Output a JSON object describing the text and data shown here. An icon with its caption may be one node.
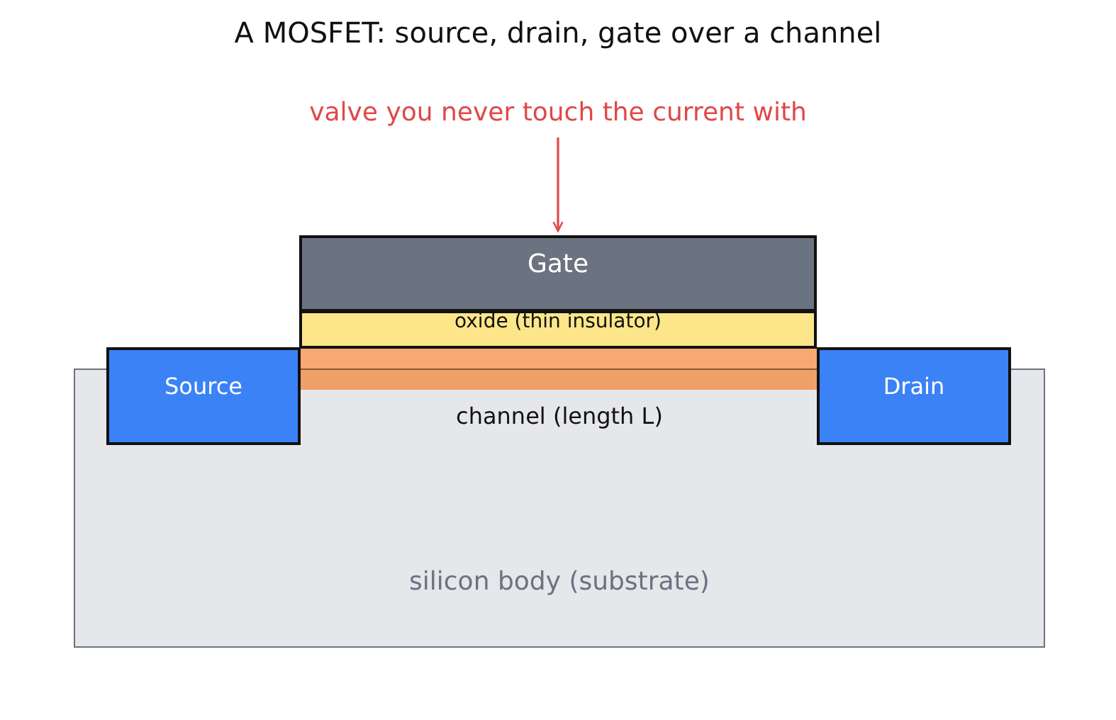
{
  "diagram": {
    "title": "A MOSFET: source, drain, gate over a channel",
    "nodes": [
      {
        "text": [
          "valve you never touch the current with"
        ]
      },
      {
        "text": [
          "Gate"
        ]
      },
      {
        "text": [
          "oxide (thin insulator)"
        ]
      },
      {
        "text": [
          "Source"
        ]
      },
      {
        "text": [],
        "shape": "bar"
      },
      {
        "text": [
          "Drain"
        ]
      },
      {
        "text": [
          "channel (length L)",
          "silicon body (substrate)"
        ]
      }
    ],
    "edges": [
      {
        "from": 0,
        "to": 1,
        "arrow": "to"
      }
    ]
  }
}
